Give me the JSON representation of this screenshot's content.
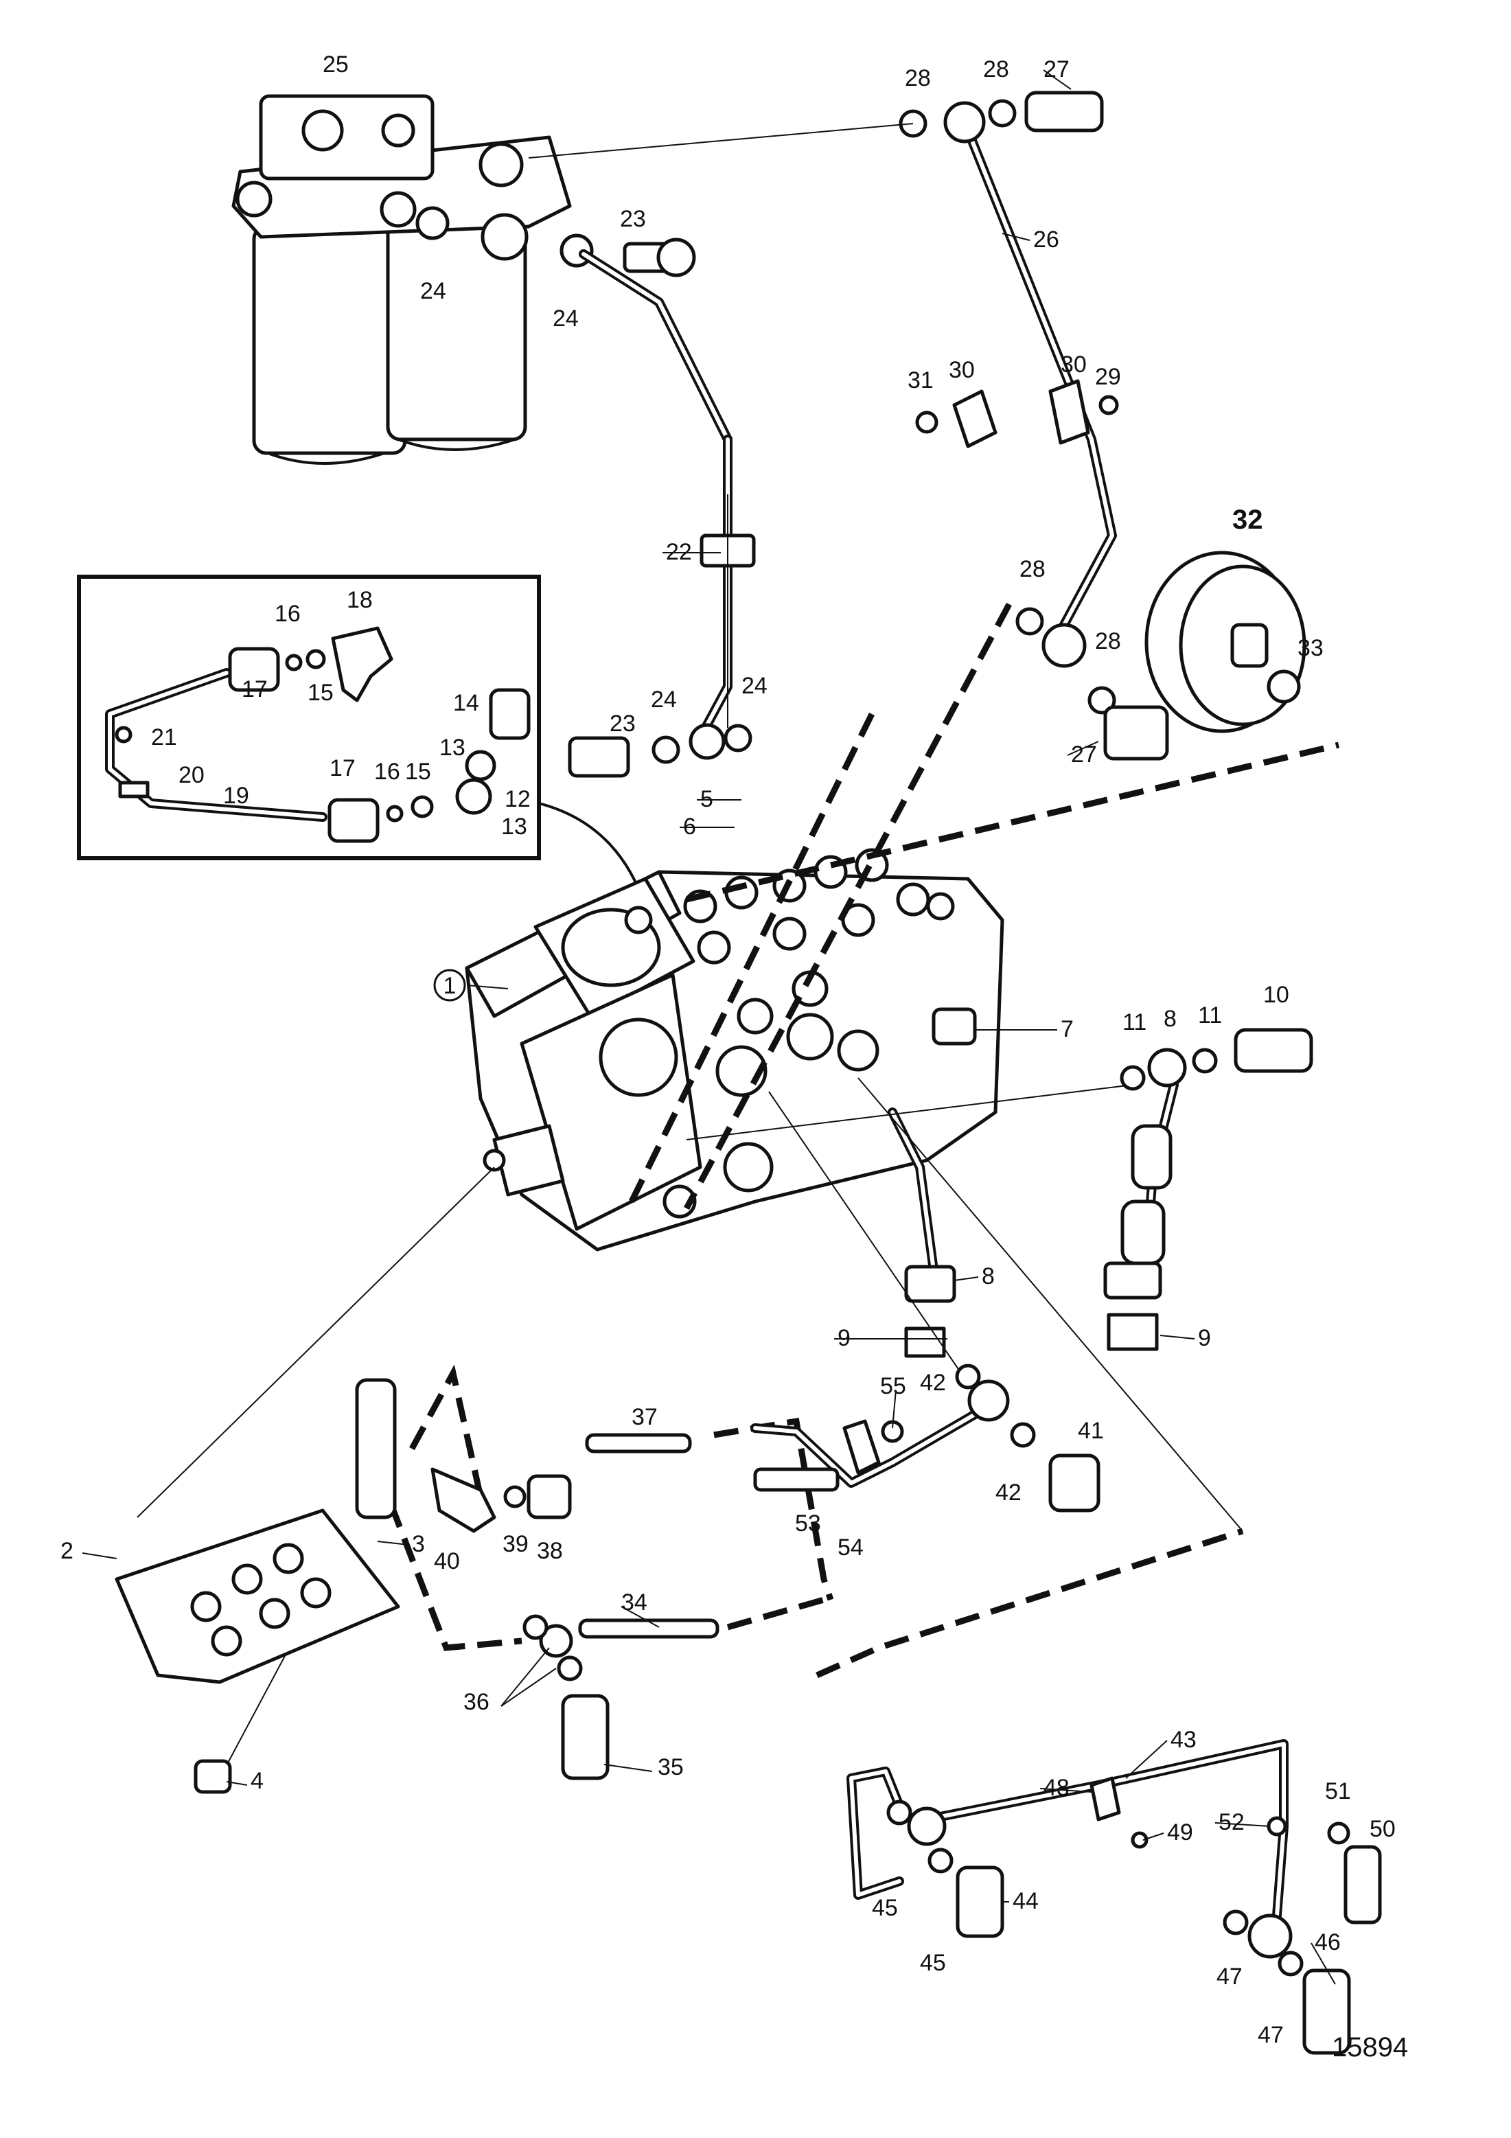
{
  "diagram": {
    "drawing_number": "15894",
    "part_labels": [
      "1",
      "2",
      "3",
      "4",
      "5",
      "6",
      "7",
      "8",
      "9",
      "10",
      "11",
      "12",
      "13",
      "14",
      "15",
      "16",
      "17",
      "18",
      "19",
      "20",
      "21",
      "22",
      "23",
      "24",
      "25",
      "26",
      "27",
      "28",
      "29",
      "30",
      "31",
      "32",
      "33",
      "34",
      "35",
      "36",
      "37",
      "38",
      "39",
      "40",
      "41",
      "42",
      "43",
      "44",
      "45",
      "46",
      "47",
      "48",
      "49",
      "50",
      "51",
      "52",
      "53",
      "54",
      "55"
    ]
  }
}
